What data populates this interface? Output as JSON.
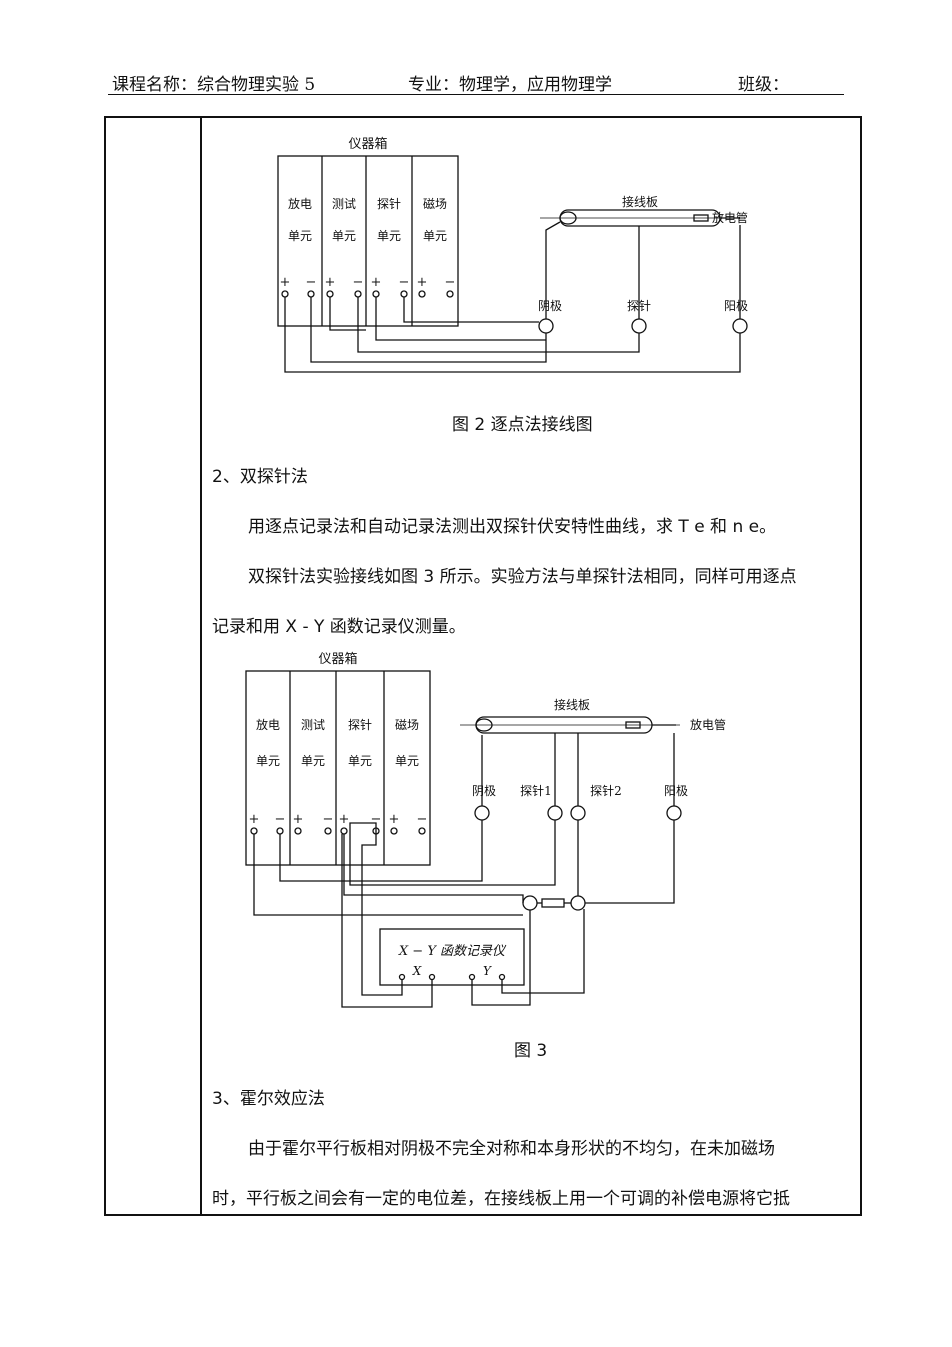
{
  "header": {
    "course": "课程名称：综合物理实验 5",
    "major": "专业：物理学，应用物理学",
    "class_label": "班级："
  },
  "figure2": {
    "box_title": "仪器箱",
    "units": [
      {
        "line1": "放电",
        "line2": "单元"
      },
      {
        "line1": "测试",
        "line2": "单元"
      },
      {
        "line1": "探针",
        "line2": "单元"
      },
      {
        "line1": "磁场",
        "line2": "单元"
      }
    ],
    "plus": "+",
    "minus": "−",
    "board_label": "接线板",
    "tube_label": "放电管",
    "cathode": "阴极",
    "probe": "探针",
    "anode": "阳极",
    "caption": "图 2  逐点法接线图"
  },
  "section2": {
    "heading": "2、双探针法",
    "para1": "用逐点记录法和自动记录法测出双探针伏安特性曲线，求 T e 和 n e。",
    "para2_line1": "双探针法实验接线如图 3 所示。实验方法与单探针法相同，同样可用逐点",
    "para2_line2": "记录和用 X - Y 函数记录仪测量。"
  },
  "figure3": {
    "box_title": "仪器箱",
    "units": [
      {
        "line1": "放电",
        "line2": "单元"
      },
      {
        "line1": "测试",
        "line2": "单元"
      },
      {
        "line1": "探针",
        "line2": "单元"
      },
      {
        "line1": "磁场",
        "line2": "单元"
      }
    ],
    "board_label": "接线板",
    "tube_label": "放电管",
    "cathode": "阴极",
    "probe1": "探针1",
    "probe2": "探针2",
    "anode": "阳极",
    "recorder_label": "X − Y 函数记录仪",
    "x_label": "X",
    "y_label": "Y",
    "caption": "图 3"
  },
  "section3": {
    "heading": "3、霍尔效应法",
    "para1": "由于霍尔平行板相对阴极不完全对称和本身形状的不均匀，在未加磁场",
    "para2": "时，平行板之间会有一定的电位差，在接线板上用一个可调的补偿电源将它抵"
  }
}
